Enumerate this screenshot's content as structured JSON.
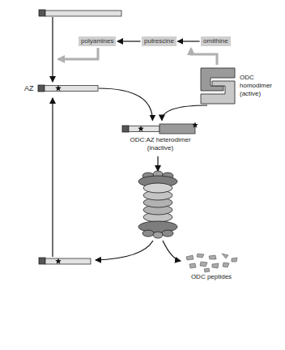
{
  "diagram": {
    "nodes": [
      {
        "text": [
          "polyamines"
        ]
      },
      {
        "text": [
          "putrescine"
        ]
      },
      {
        "text": [
          "ornithine"
        ]
      },
      {
        "text": [
          "AZ"
        ]
      },
      {
        "text": [
          "ODC homodimer (active)"
        ]
      },
      {
        "text": [
          "ODC:AZ heterodimer (inactive)"
        ]
      },
      {
        "text": [
          "ODC peptides"
        ]
      }
    ],
    "edges": [
      {
        "from": 2,
        "to": 1,
        "arrow": "to"
      },
      {
        "from": 1,
        "to": 0,
        "arrow": "to"
      },
      {
        "from": 3,
        "to": 5,
        "arrow": "to"
      },
      {
        "from": 4,
        "to": 5,
        "arrow": "to"
      }
    ]
  }
}
